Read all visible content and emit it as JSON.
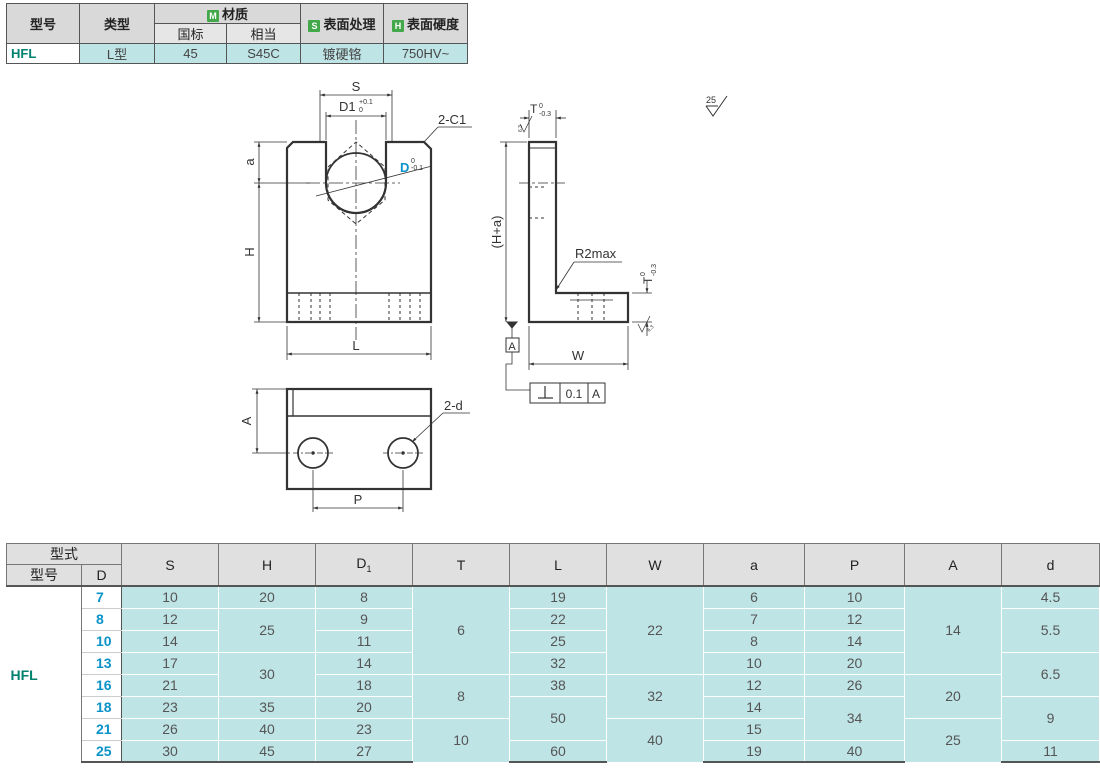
{
  "material_table": {
    "headers": {
      "model": "型号",
      "type": "类型",
      "material": "材质",
      "material_badge": "M",
      "surface": "表面处理",
      "surface_badge": "S",
      "hardness": "表面硬度",
      "hardness_badge": "H",
      "national": "国标",
      "equivalent": "相当"
    },
    "row": {
      "model": "HFL",
      "type": "L型",
      "national": "45",
      "equivalent": "S45C",
      "surface": "镀硬铬",
      "hardness": "750HV~"
    }
  },
  "drawing": {
    "labels": {
      "S": "S",
      "D1": "D1",
      "D1_tol_upper": "+0.1",
      "D1_tol_lower": "0",
      "chamfer": "2-C1",
      "D": "D",
      "D_tol_upper": "0",
      "D_tol_lower": "-0.1",
      "a": "a",
      "H": "H",
      "L": "L",
      "A": "A",
      "P": "P",
      "hole": "2-d",
      "T": "T",
      "T_tol_upper": "0",
      "T_tol_lower": "-0.3",
      "Ha": "(H+a)",
      "radius": "R2max",
      "W": "W",
      "datum": "A",
      "tol_value": "0.1",
      "tol_datum": "A",
      "surface_note": "25",
      "rough_small": "6.3"
    }
  },
  "spec_table": {
    "headers": {
      "form": "型式",
      "model": "型号",
      "D": "D",
      "S": "S",
      "H": "H",
      "D1": "D",
      "D1_sub": "1",
      "T": "T",
      "L": "L",
      "W": "W",
      "a": "a",
      "P": "P",
      "A": "A",
      "d": "d"
    },
    "model": "HFL",
    "rows": [
      {
        "D": "7",
        "S": "10",
        "H": "20",
        "D1": "8",
        "L": "19",
        "a": "6",
        "P": "10",
        "d": "4.5"
      },
      {
        "D": "8",
        "S": "12",
        "H": "25",
        "D1": "9",
        "L": "22",
        "a": "7",
        "P": "12",
        "d": "5.5"
      },
      {
        "D": "10",
        "S": "14",
        "D1": "11",
        "L": "25",
        "a": "8",
        "P": "14"
      },
      {
        "D": "13",
        "S": "17",
        "H": "30",
        "D1": "14",
        "L": "32",
        "a": "10",
        "P": "20",
        "d": "6.5"
      },
      {
        "D": "16",
        "S": "21",
        "D1": "18",
        "L": "38",
        "a": "12",
        "P": "26"
      },
      {
        "D": "18",
        "S": "23",
        "H": "35",
        "D1": "20",
        "L": "50",
        "a": "14",
        "P": "34",
        "d": "9"
      },
      {
        "D": "21",
        "S": "26",
        "H": "40",
        "D1": "23",
        "L": "",
        "a": "15",
        "P": ""
      },
      {
        "D": "25",
        "S": "30",
        "H": "45",
        "D1": "27",
        "L": "60",
        "a": "19",
        "P": "40",
        "d": "11"
      }
    ],
    "merged": {
      "T_6": "6",
      "T_8": "8",
      "T_10": "10",
      "W_22": "22",
      "W_32": "32",
      "W_40": "40",
      "A_14": "14",
      "A_20": "20",
      "A_25": "25"
    }
  },
  "colors": {
    "accent_teal": "#00806e",
    "accent_blue": "#0b93c9",
    "cell_bg": "#bfe4e6",
    "header_bg": "#e0e0e0",
    "badge_green": "#43a84a"
  }
}
